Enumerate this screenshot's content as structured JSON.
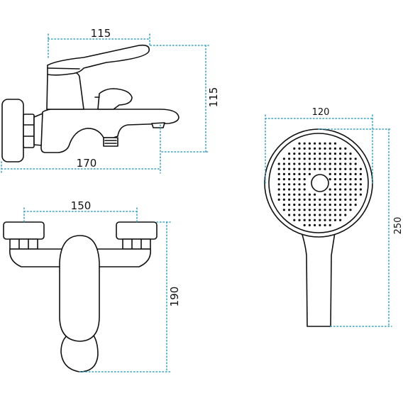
{
  "colors": {
    "dimension": "#3a9fc0",
    "outline": "#111111",
    "background": "#ffffff"
  },
  "views": {
    "mixer_side": {
      "width_label": "115",
      "height_label": "115",
      "depth_label": "170"
    },
    "mixer_front": {
      "width_label": "150",
      "height_label": "190"
    },
    "hand_shower": {
      "width_label": "120",
      "height_label": "250"
    }
  }
}
